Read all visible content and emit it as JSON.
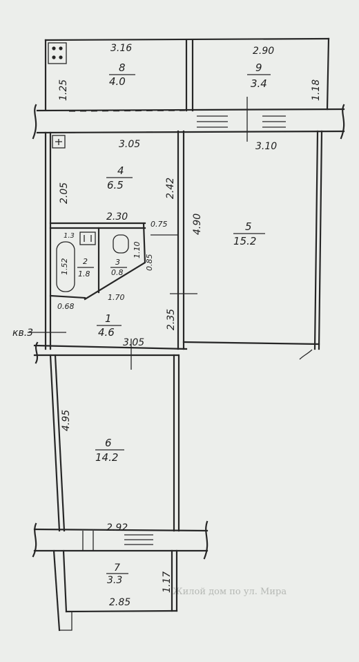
{
  "apartment": {
    "label": "кв.3"
  },
  "rooms": [
    {
      "num": "8",
      "area": "4.0"
    },
    {
      "num": "9",
      "area": "3.4"
    },
    {
      "num": "4",
      "area": "6.5"
    },
    {
      "num": "5",
      "area": "15.2"
    },
    {
      "num": "2",
      "area": "1.8"
    },
    {
      "num": "3",
      "area": "0.8"
    },
    {
      "num": "1",
      "area": "4.6"
    },
    {
      "num": "6",
      "area": "14.2"
    },
    {
      "num": "7",
      "area": "3.3"
    }
  ],
  "dimensions": {
    "d_316": "3.16",
    "d_290": "2.90",
    "d_125": "1.25",
    "d_118": "1.18",
    "d_305a": "3.05",
    "d_310": "3.10",
    "d_205": "2.05",
    "d_242": "2.42",
    "d_230": "2.30",
    "d_075": "0.75",
    "d_490": "4.90",
    "d_13": "1.3",
    "d_152": "1.52",
    "d_110": "1.10",
    "d_085": "0.85",
    "d_068": "0.68",
    "d_170": "1.70",
    "d_235": "2.35",
    "d_305b": "3.05",
    "d_495": "4.95",
    "d_292": "2.92",
    "d_117": "1.17",
    "d_285": "2.85"
  },
  "background_text": {
    "caption": "Жилой дом по ул. Мира"
  }
}
